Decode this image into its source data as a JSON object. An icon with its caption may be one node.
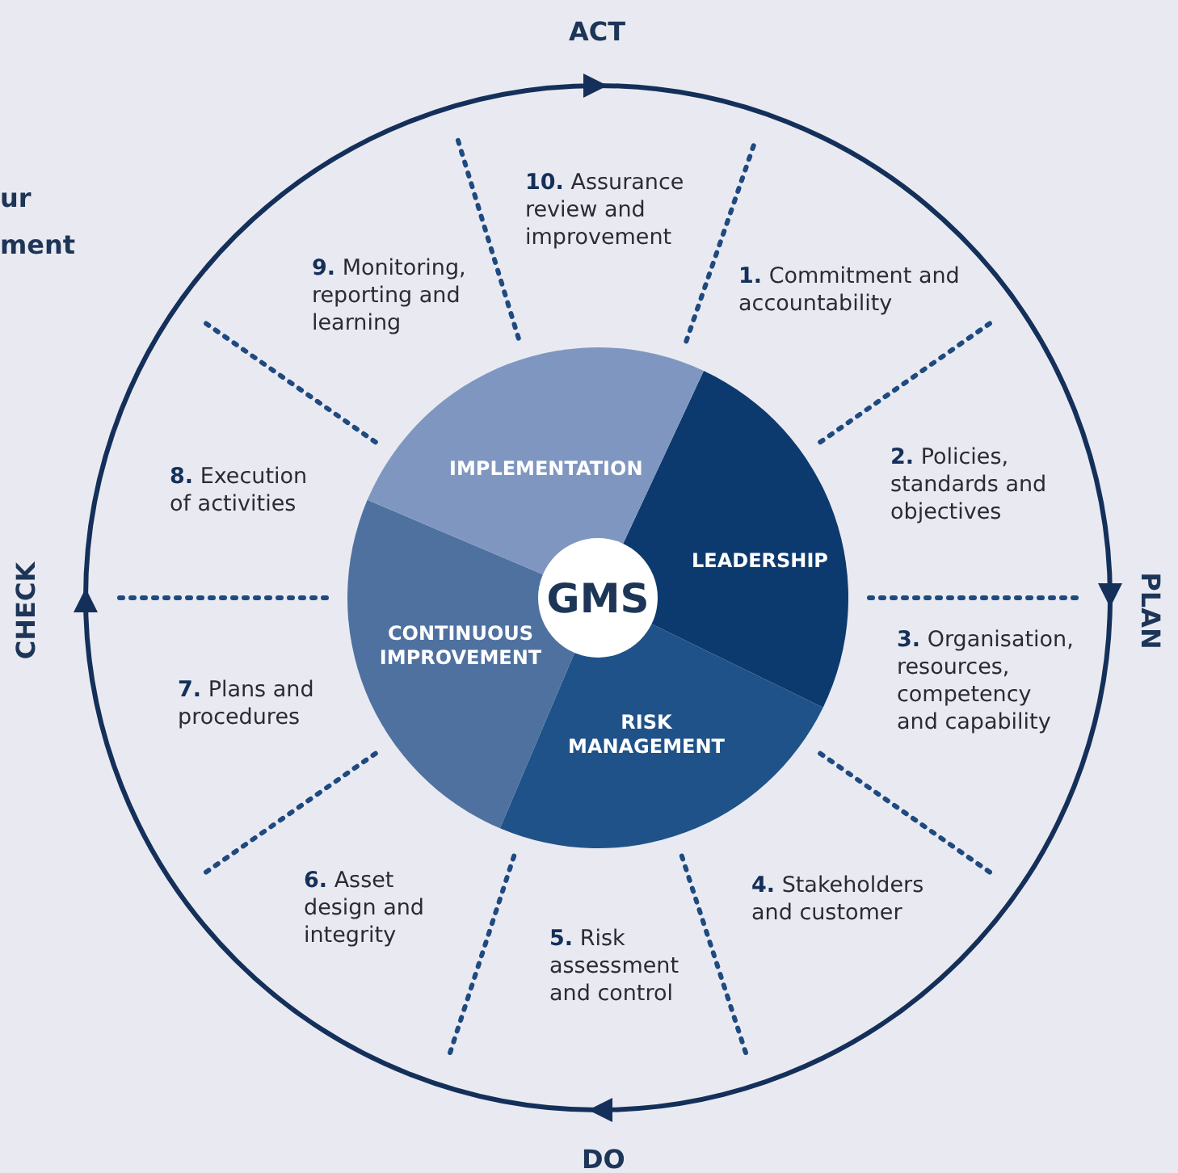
{
  "diagram": {
    "nodes": [
      {
        "text": [
          "GMS"
        ]
      },
      {
        "text": [
          "LEADERSHIP"
        ]
      },
      {
        "text": [
          "RISK MANAGEMENT"
        ]
      },
      {
        "text": [
          "CONTINUOUS IMPROVEMENT"
        ]
      },
      {
        "text": [
          "IMPLEMENTATION"
        ]
      }
    ],
    "edges": [],
    "labels": [
      "ur",
      "ment",
      "ACT",
      "**10.** Assurance review and improvement",
      "**9.** Monitoring, reporting and learning",
      "**1.** Commitment and accountability",
      "**8.** Execution of activities",
      "**2.** Policies, standards and objectives",
      "CHECK",
      "PLAN",
      "**7.** Plans and procedures",
      "**3.** Organisation, resources, competency and capability",
      "**6.** Asset design and integrity",
      "**4.** Stakeholders and customer",
      "**5.** Risk assessment and control",
      "DO"
    ]
  }
}
